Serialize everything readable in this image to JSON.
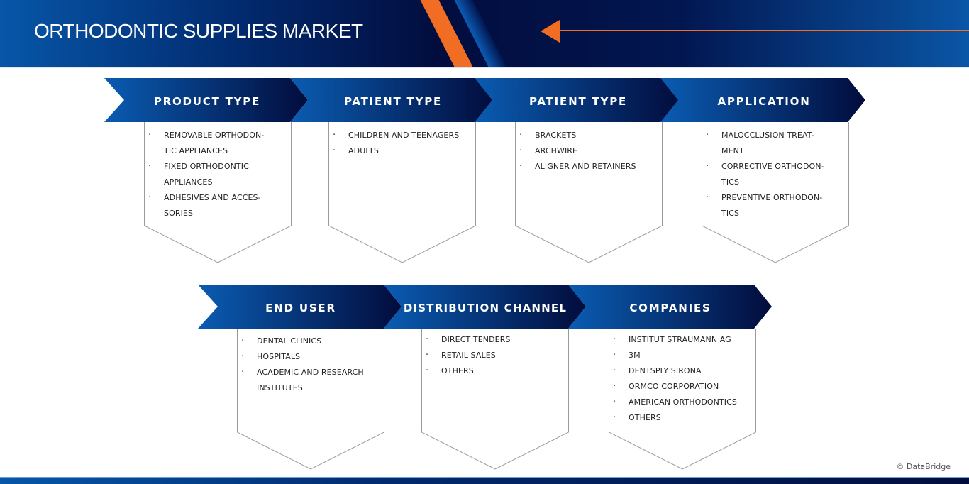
{
  "header": {
    "title": "ORTHODONTIC SUPPLIES MARKET",
    "colors": {
      "banner_dark": "#020d3e",
      "banner_blue": "#0756a8",
      "accent_orange": "#f26d24"
    }
  },
  "segments_row1": [
    {
      "title": "PRODUCT TYPE",
      "items": [
        "REMOVABLE ORTHODON-",
        "TIC APPLIANCES",
        "FIXED ORTHODONTIC",
        "APPLIANCES",
        "ADHESIVES AND ACCES-",
        "SORIES"
      ],
      "bullets": [
        "REMOVABLE ORTHODONTIC APPLIANCES",
        "FIXED ORTHODONTIC APPLIANCES",
        "ADHESIVES AND ACCESSORIES"
      ]
    },
    {
      "title": "PATIENT TYPE",
      "bullets": [
        "CHILDREN AND TEENAGERS",
        "ADULTS"
      ]
    },
    {
      "title": "PATIENT TYPE",
      "bullets": [
        "BRACKETS",
        "ARCHWIRE",
        "ALIGNER AND RETAINERS"
      ]
    },
    {
      "title": "APPLICATION",
      "bullets": [
        "MALOCCLUSION TREATMENT",
        "CORRECTIVE ORTHODONTICS",
        "PREVENTIVE ORTHODONTICS"
      ]
    }
  ],
  "segments_row2": [
    {
      "title": "END USER",
      "bullets": [
        "DENTAL CLINICS",
        "HOSPITALS",
        "ACADEMIC AND RESEARCH INSTITUTES"
      ]
    },
    {
      "title": "DISTRIBUTION CHANNEL",
      "bullets": [
        "DIRECT TENDERS",
        "RETAIL SALES",
        "OTHERS"
      ]
    },
    {
      "title": "COMPANIES",
      "bullets": [
        "INSTITUT STRAUMANN AG",
        "3M",
        "DENTSPLY SIRONA",
        "ORMCO CORPORATION",
        "AMERICAN ORTHODONTICS",
        "OTHERS"
      ]
    }
  ],
  "lines": {
    "r1c1": [
      "REMOVABLE ORTHODON-",
      "TIC APPLIANCES",
      "FIXED ORTHODONTIC",
      "APPLIANCES",
      "ADHESIVES AND ACCES-",
      "SORIES"
    ],
    "r1c4": [
      "MALOCCLUSION TREAT-",
      "MENT",
      "CORRECTIVE ORTHODON-",
      "TICS",
      "PREVENTIVE ORTHODON-",
      "TICS"
    ],
    "r2c1": [
      "DENTAL CLINICS",
      "HOSPITALS",
      "ACADEMIC AND RESEARCH",
      "INSTITUTES"
    ]
  },
  "footer": {
    "credit": "© DataBridge"
  }
}
